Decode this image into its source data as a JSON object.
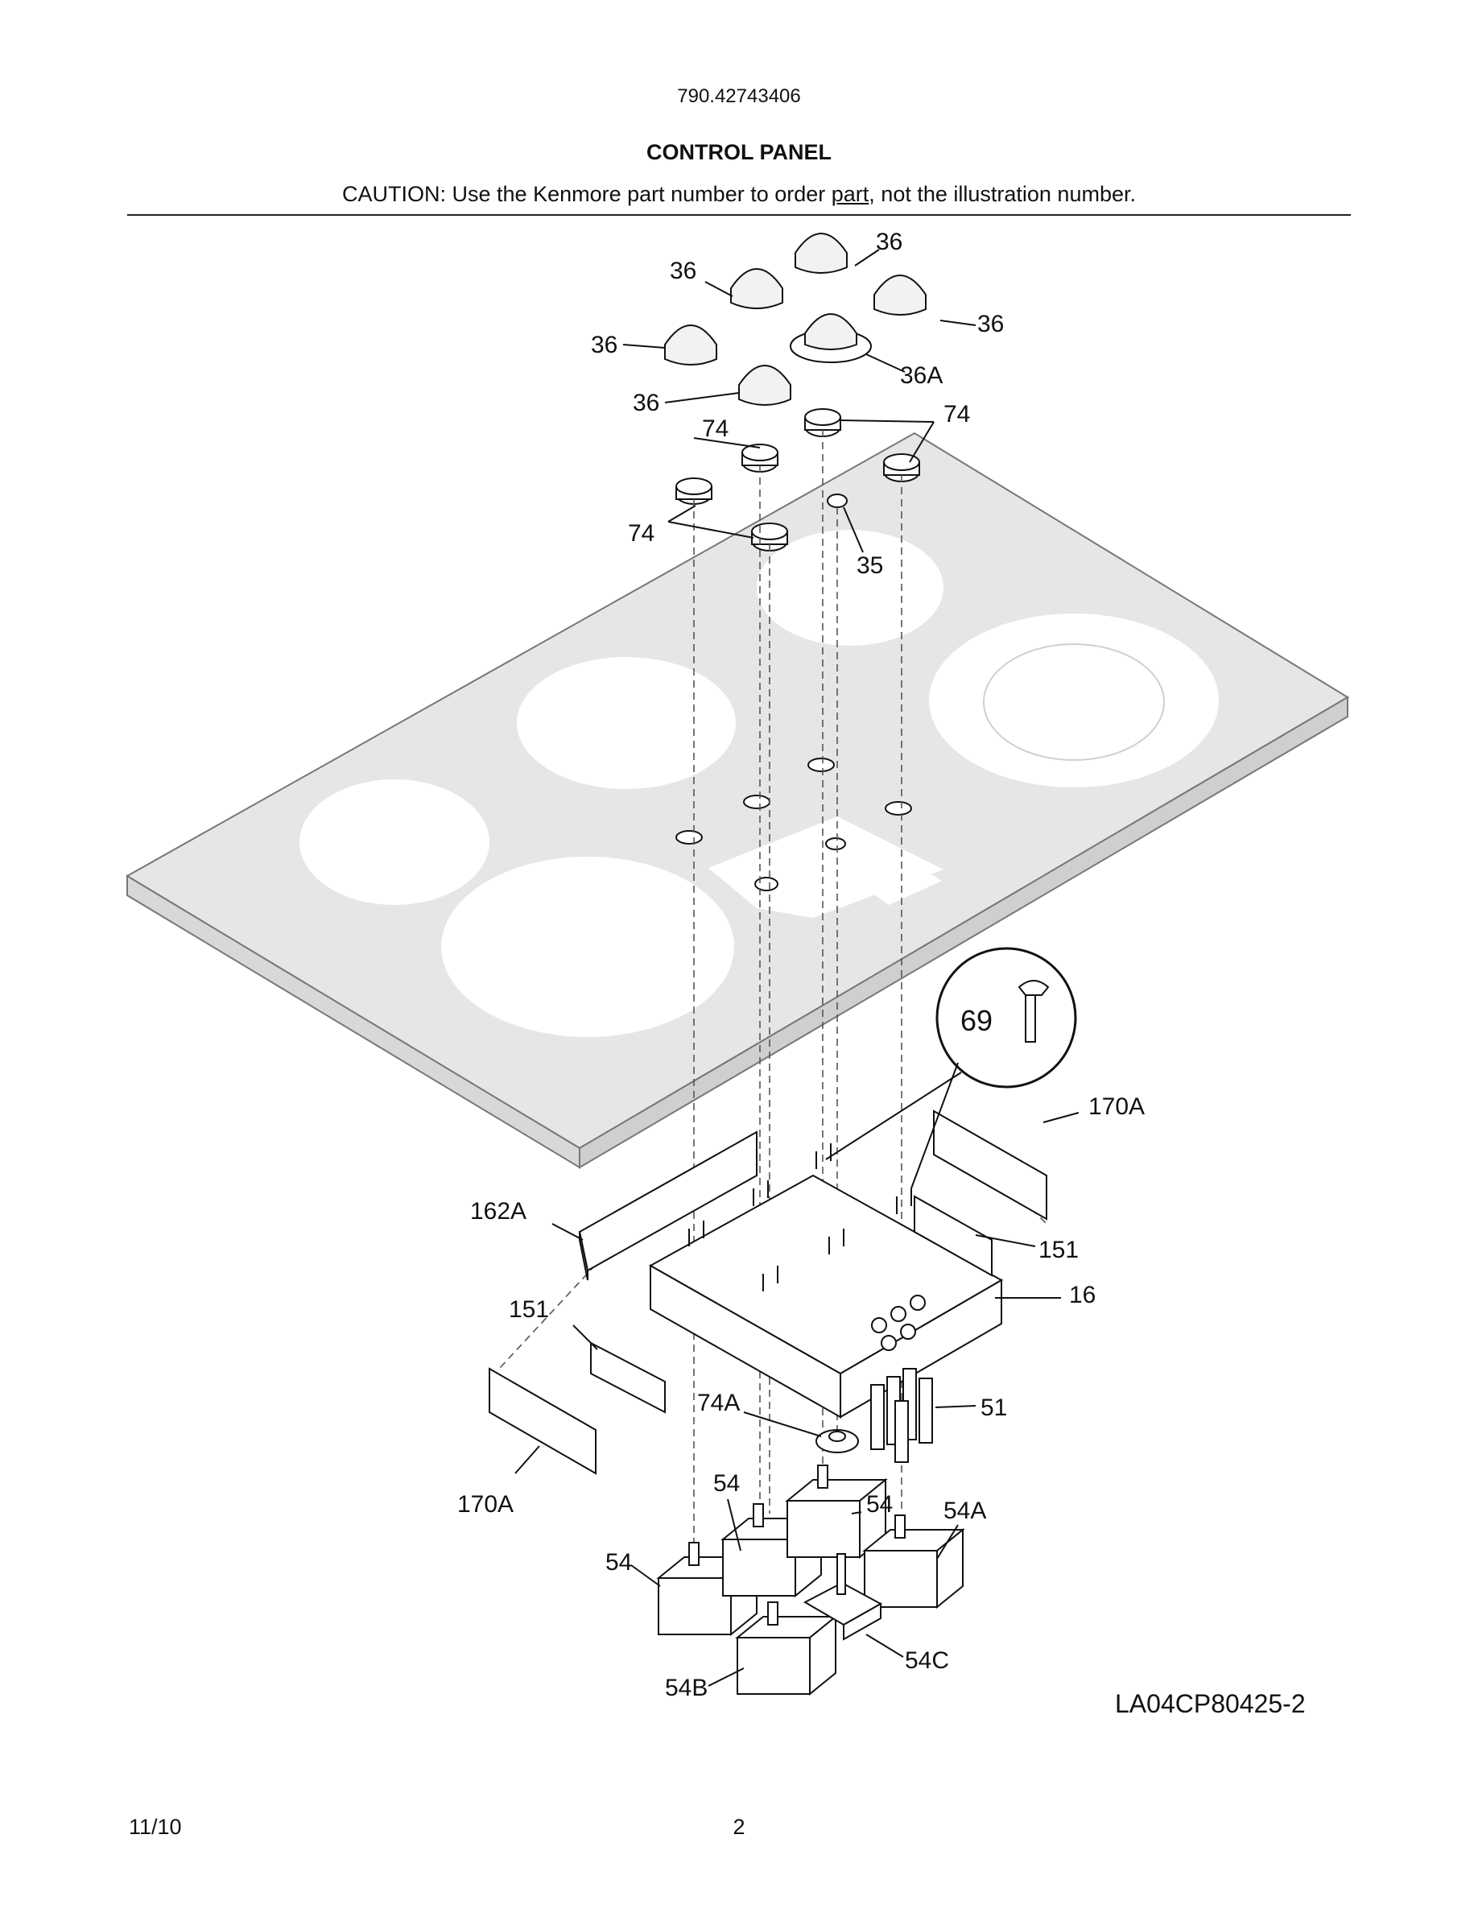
{
  "header": {
    "model_number": "790.42743406",
    "section_title": "CONTROL PANEL",
    "caution_prefix": "CAUTION: Use the Kenmore part number to order ",
    "caution_link": "part",
    "caution_suffix": ", not the illustration number."
  },
  "callouts": [
    {
      "id": "c36a",
      "text": "36"
    },
    {
      "id": "c36b",
      "text": "36"
    },
    {
      "id": "c36c",
      "text": "36"
    },
    {
      "id": "c36d",
      "text": "36"
    },
    {
      "id": "c36e",
      "text": "36"
    },
    {
      "id": "c36A",
      "text": "36A"
    },
    {
      "id": "c74a",
      "text": "74"
    },
    {
      "id": "c74b",
      "text": "74"
    },
    {
      "id": "c74c",
      "text": "74"
    },
    {
      "id": "c35",
      "text": "35"
    },
    {
      "id": "c69",
      "text": "69"
    },
    {
      "id": "c170A1",
      "text": "170A"
    },
    {
      "id": "c162A",
      "text": "162A"
    },
    {
      "id": "c151a",
      "text": "151"
    },
    {
      "id": "c16",
      "text": "16"
    },
    {
      "id": "c151b",
      "text": "151"
    },
    {
      "id": "c74A",
      "text": "74A"
    },
    {
      "id": "c51",
      "text": "51"
    },
    {
      "id": "c170A2",
      "text": "170A"
    },
    {
      "id": "c54a",
      "text": "54"
    },
    {
      "id": "c54b",
      "text": "54"
    },
    {
      "id": "c54A",
      "text": "54A"
    },
    {
      "id": "c54c",
      "text": "54"
    },
    {
      "id": "c54C",
      "text": "54C"
    },
    {
      "id": "c54B",
      "text": "54B"
    }
  ],
  "drawing_code": "LA04CP80425-2",
  "footer": {
    "date": "11/10",
    "page_number": "2"
  }
}
